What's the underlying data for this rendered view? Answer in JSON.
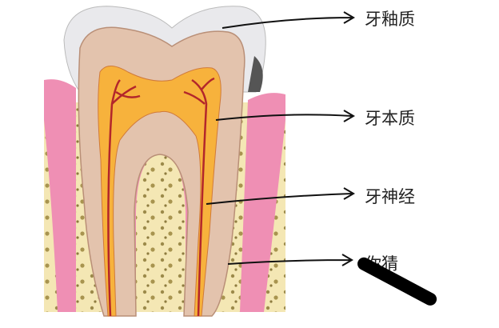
{
  "labels": {
    "enamel": "牙釉质",
    "dentin": "牙本质",
    "nerve": "牙神经",
    "redacted": "你猜"
  },
  "colors": {
    "enamel": "#e9e9ec",
    "dentin": "#e3c3ad",
    "pulp": "#f7b23c",
    "gum": "#ef8fb4",
    "bone": "#f4e7b4",
    "nerve": "#b3262b"
  }
}
